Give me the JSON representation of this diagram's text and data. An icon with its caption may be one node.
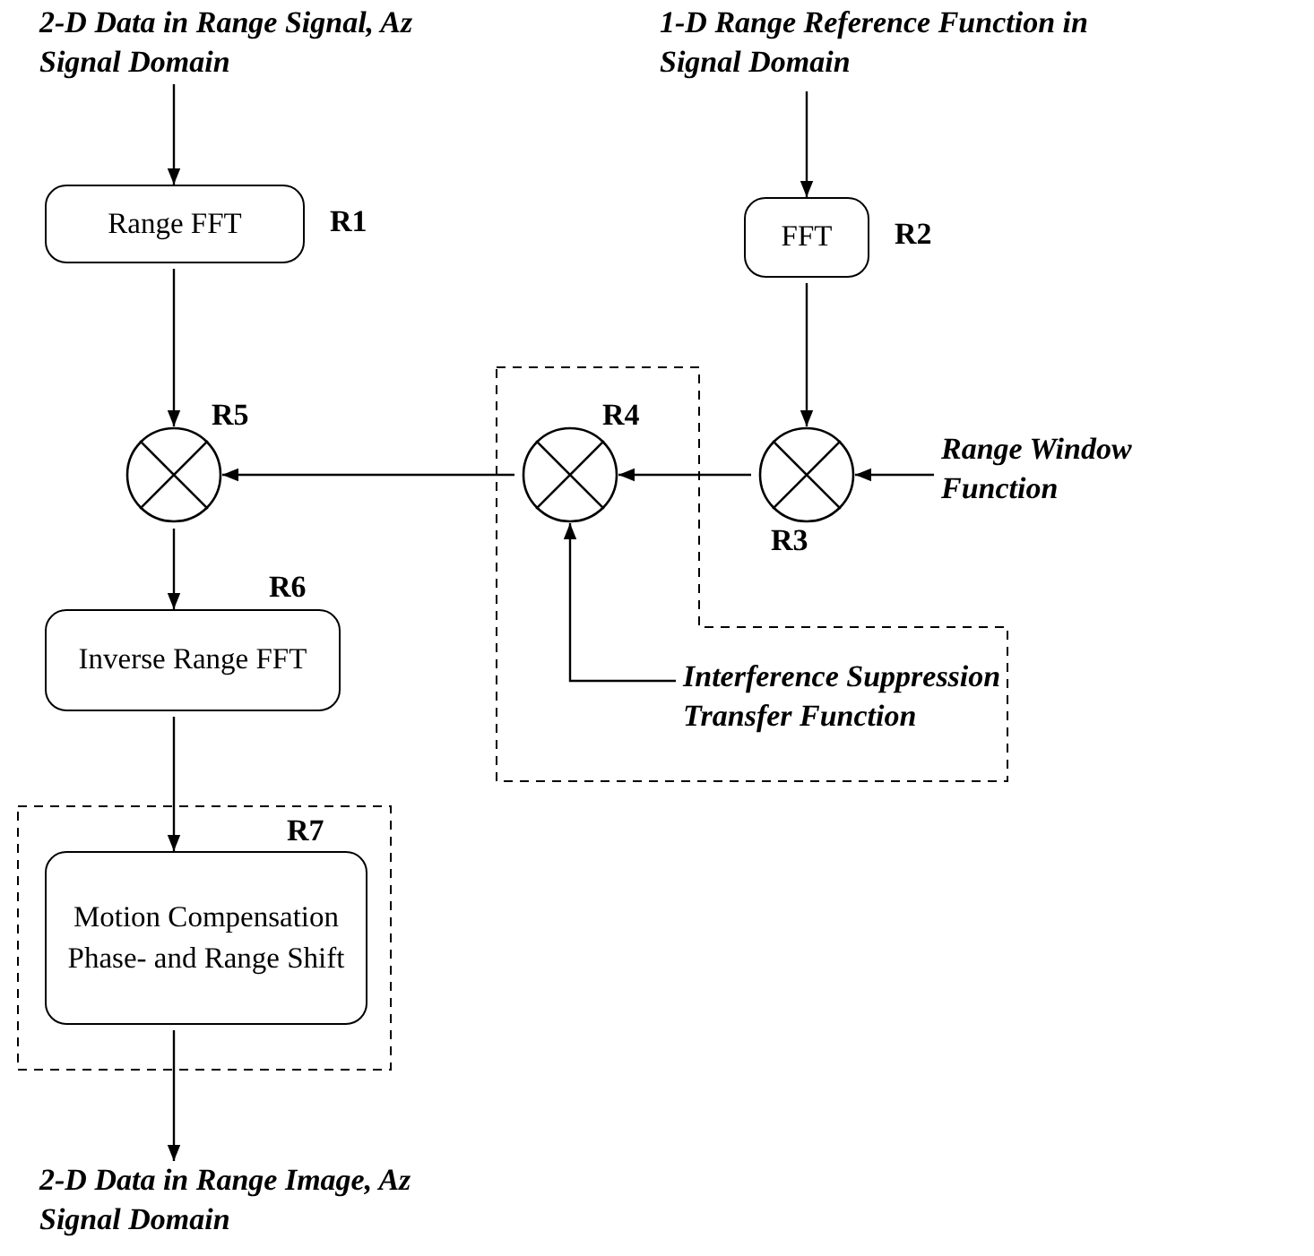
{
  "diagram": {
    "nodes": [
      {
        "text": [
          "2-D Data in Range Signal, Az Signal Domain"
        ]
      },
      {
        "text": [
          "1-D Range Reference Function in Signal Domain"
        ]
      },
      {
        "text": [
          "Range FFT"
        ],
        "beside": [
          "R1"
        ]
      },
      {
        "text": [
          "FFT"
        ],
        "beside": [
          "R2"
        ]
      },
      {
        "text": [],
        "shape": "box"
      },
      {
        "text": [],
        "shape": "circle",
        "beside": [
          "R5"
        ]
      },
      {
        "text": [],
        "shape": "circle",
        "in": 4,
        "beside": [
          "R4"
        ]
      },
      {
        "text": [],
        "shape": "circle",
        "beside": [
          "R3"
        ]
      },
      {
        "text": [
          "Range Window Function"
        ]
      },
      {
        "text": [
          "Interference Suppression Transfer Function"
        ],
        "in": 4
      },
      {
        "text": [
          "Inverse Range FFT"
        ],
        "beside": [
          "R6"
        ]
      },
      {
        "text": [],
        "shape": "box"
      },
      {
        "text": [
          "Motion Compensation Phase- and Range Shift"
        ],
        "in": 11,
        "beside": [
          "R7"
        ]
      },
      {
        "text": [
          "2-D Data in Range Image, Az Signal Domain"
        ]
      }
    ],
    "edges": [
      {
        "from": 0,
        "to": 2,
        "arrow": "to"
      },
      {
        "from": 1,
        "to": 3,
        "arrow": "to"
      },
      {
        "from": 2,
        "to": 5,
        "arrow": "to"
      },
      {
        "from": 3,
        "to": 7,
        "arrow": "to"
      },
      {
        "from": 8,
        "to": 7,
        "arrow": "to"
      },
      {
        "from": 7,
        "to": 6,
        "arrow": "to"
      },
      {
        "from": 6,
        "to": 5,
        "arrow": "to"
      },
      {
        "from": 9,
        "to": 6,
        "arrow": "to"
      },
      {
        "from": 5,
        "to": 10,
        "arrow": "to"
      },
      {
        "from": 10,
        "to": 12,
        "arrow": "to"
      },
      {
        "from": 12,
        "to": 13,
        "arrow": "to"
      }
    ]
  }
}
